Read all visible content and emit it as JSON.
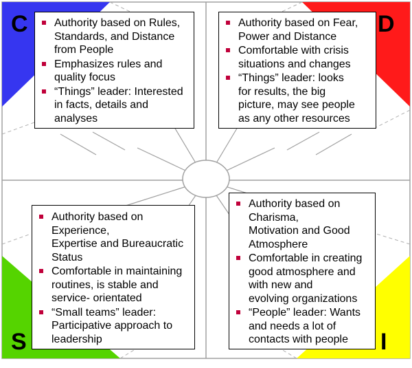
{
  "colors": {
    "c_quadrant": "#3636f0",
    "d_quadrant": "#ff1a1a",
    "s_quadrant": "#55d400",
    "i_quadrant": "#ffff00",
    "bullet": "#c0003a",
    "wheel_lines": "#a0a0a0"
  },
  "quadrants": {
    "c": {
      "letter": "C",
      "bullets": [
        "Authority based on Rules,\nStandards, and Distance\nfrom People",
        "Emphasizes rules and\nquality focus",
        "“Things” leader:  Interested\nin facts, details and\nanalyses"
      ]
    },
    "d": {
      "letter": "D",
      "bullets": [
        "Authority based on Fear,\nPower and Distance",
        "Comfortable with crisis\nsituations and changes",
        "“Things” leader: looks\nfor results, the big\npicture, may see people\nas any other resources"
      ]
    },
    "s": {
      "letter": "S",
      "bullets": [
        "Authority based on\nExperience,\nExpertise and Bureaucratic\nStatus",
        "Comfortable in maintaining\nroutines, is stable and\nservice- orientated",
        "“Small teams” leader:\nParticipative approach to\nleadership"
      ]
    },
    "i": {
      "letter": "I",
      "bullets": [
        "Authority based on\nCharisma,\nMotivation and Good\nAtmosphere",
        "Comfortable  in creating\ngood atmosphere and\nwith new and\nevolving organizations",
        "“People” leader:  Wants\nand needs a lot of\ncontacts with people"
      ]
    }
  }
}
